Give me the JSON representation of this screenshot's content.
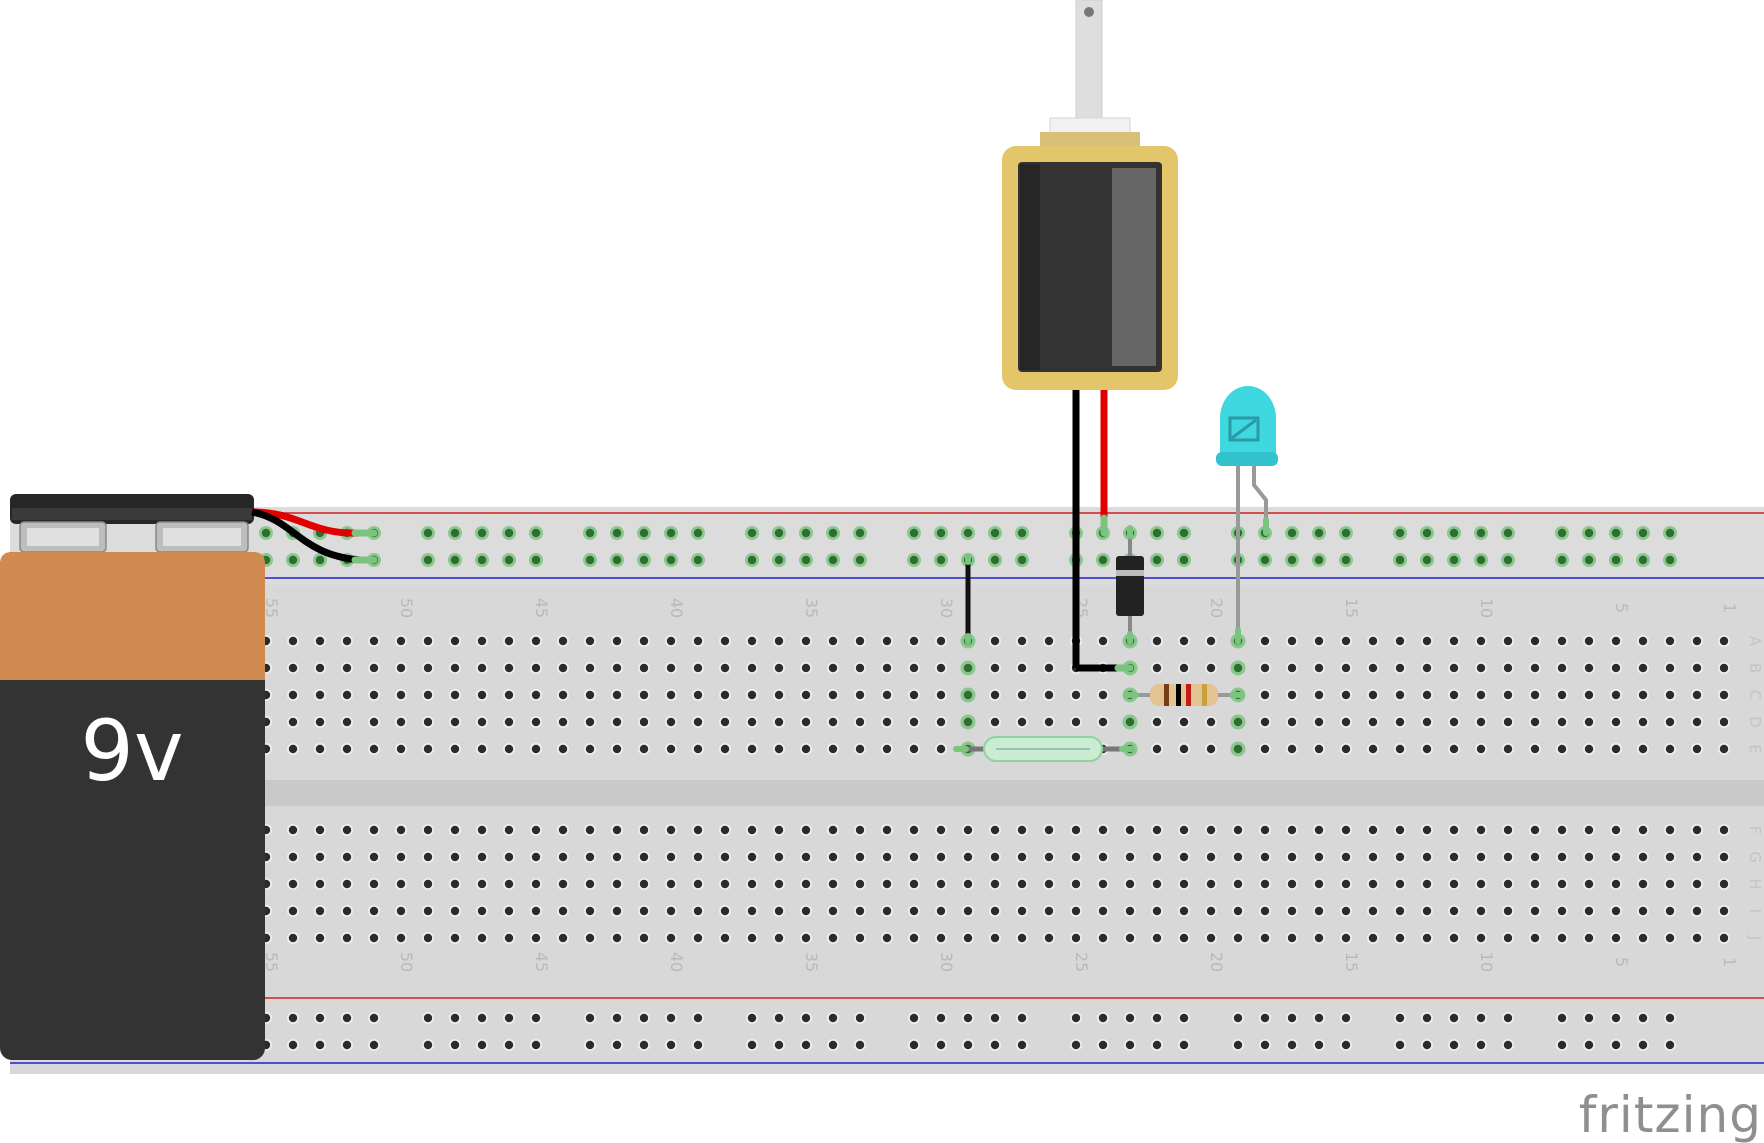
{
  "battery": {
    "label": "9v"
  },
  "breadboard": {
    "column_numbers": [
      "55",
      "50",
      "45",
      "40",
      "35",
      "30",
      "25",
      "20",
      "15",
      "10",
      "5",
      "1"
    ],
    "rows_top": [
      "A",
      "B",
      "C",
      "D",
      "E"
    ],
    "rows_bottom": [
      "F",
      "G",
      "H",
      "I",
      "J"
    ]
  },
  "components": [
    "9v battery",
    "solenoid",
    "LED",
    "diode",
    "resistor",
    "reed switch",
    "jumper wire"
  ],
  "brand": {
    "text": "fritzing"
  },
  "colors": {
    "rail_positive": "#d22222",
    "rail_negative": "#2222cc",
    "battery_cap": "#d18a4f",
    "battery_body": "#333333",
    "led": "#3fd8e0",
    "wire_red": "#e00000",
    "wire_black": "#000000",
    "connected_hole": "#7bc47f"
  }
}
